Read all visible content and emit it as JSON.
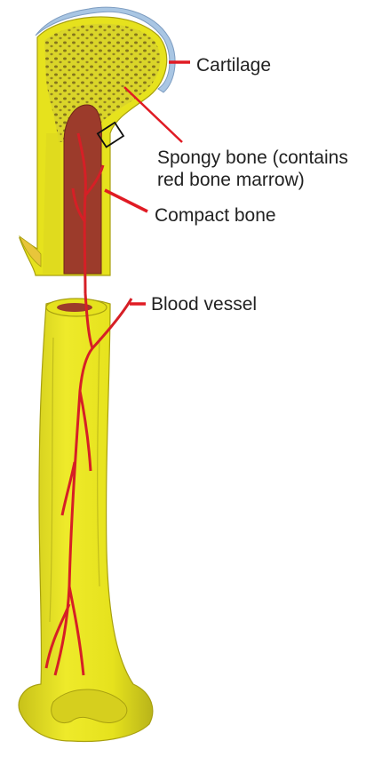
{
  "labels": {
    "cartilage": "Cartilage",
    "spongy_line1": "Spongy bone (contains",
    "spongy_line2": "red bone marrow)",
    "compact": "Compact bone",
    "blood_vessel": "Blood vessel"
  },
  "colors": {
    "bone": "#e6e21d",
    "bone_dark": "#b9b41a",
    "marrow": "#9c3b2b",
    "vessel": "#d61f26",
    "cartilage": "#a9c6e3",
    "leader": "#e01b24",
    "text": "#222222"
  }
}
